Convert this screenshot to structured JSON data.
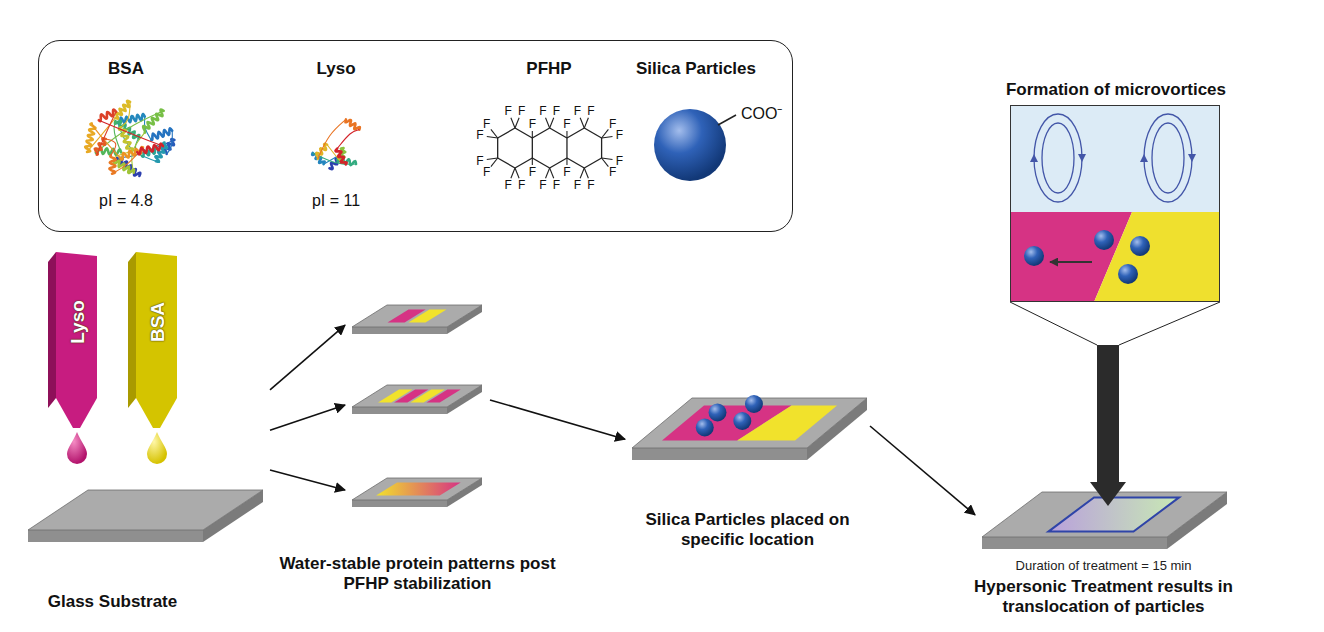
{
  "diagram": {
    "nodes": [
      {
        "text": [
          "BSA",
          "pI = 4.8",
          "Lyso",
          "pI = 11",
          "PFHP",
          "Silica Particles",
          "COO⁻"
        ]
      },
      {
        "text": [
          "Formation of microvortices"
        ]
      },
      {
        "text": [
          "Glass Substrate"
        ]
      },
      {
        "text": [
          "Water-stable protein patterns post PFHP stabilization"
        ]
      },
      {
        "text": [
          "Silica Particles placed on specific location"
        ]
      },
      {
        "text": [
          "Duration of treatment = 15 min",
          "Hypersonic Treatment results in translocation of particles"
        ]
      }
    ],
    "edges": [
      {
        "from": 2,
        "to": 3,
        "arrow": "to"
      },
      {
        "from": 2,
        "to": 3,
        "arrow": "to"
      },
      {
        "from": 2,
        "to": 3,
        "arrow": "to"
      },
      {
        "from": 3,
        "to": 4,
        "arrow": "to"
      },
      {
        "from": 4,
        "to": 5,
        "arrow": "to"
      }
    ],
    "labels": [
      "Lyso",
      "BSA",
      "F",
      "F",
      "F",
      "F",
      "F",
      "F",
      "F",
      "F",
      "F",
      "F",
      "F",
      "F",
      "F",
      "F",
      "F",
      "F",
      "F",
      "F",
      "F",
      "F",
      "F",
      "F",
      "F",
      "F"
    ]
  }
}
